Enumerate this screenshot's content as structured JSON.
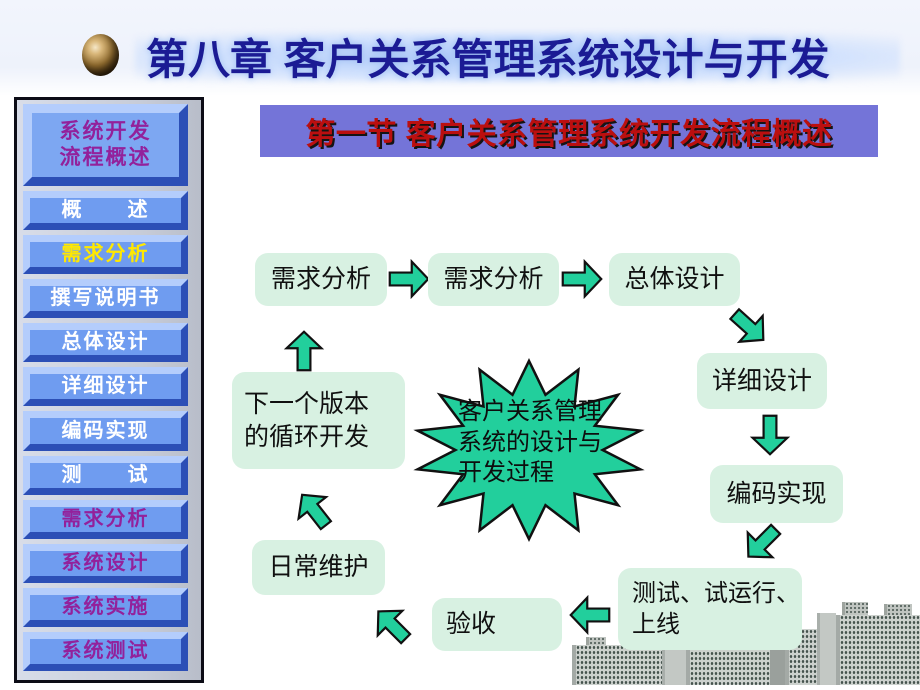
{
  "header": {
    "title": "第八章 客户关系管理系统设计与开发"
  },
  "section_banner": {
    "title": "第一节  客户关系管理系统开发流程概述"
  },
  "sidebar": {
    "items": [
      {
        "label": "系统开发\n流程概述"
      },
      {
        "label": "概　　述"
      },
      {
        "label": "需求分析"
      },
      {
        "label": "撰写说明书"
      },
      {
        "label": "总体设计"
      },
      {
        "label": "详细设计"
      },
      {
        "label": "编码实现"
      },
      {
        "label": "测　　试"
      },
      {
        "label": "需求分析"
      },
      {
        "label": "系统设计"
      },
      {
        "label": "系统实施"
      },
      {
        "label": "系统测试"
      }
    ]
  },
  "flowchart": {
    "nodes": {
      "req1": "需求分析",
      "req2": "需求分析",
      "overall": "总体设计",
      "detail": "详细设计",
      "coding": "编码实现",
      "testing": "测试、试运行、\n上线",
      "acceptance": "验收",
      "maintenance": "日常维护",
      "next_version": "下一个版本\n的循环开发"
    },
    "center_label": "客户关系管理\n系统的设计与\n开发过程"
  },
  "colors": {
    "title_navy": "#1b1b94",
    "banner_purple": "#7474d8",
    "banner_text_red": "#bb0f0f",
    "sidebar_button_blue": "#6f9cf0",
    "sidebar_text_purple": "#93219b",
    "sidebar_text_yellow": "#ffe800",
    "flow_box_green": "#d8f1e2",
    "arrow_green": "#22cf9c"
  }
}
